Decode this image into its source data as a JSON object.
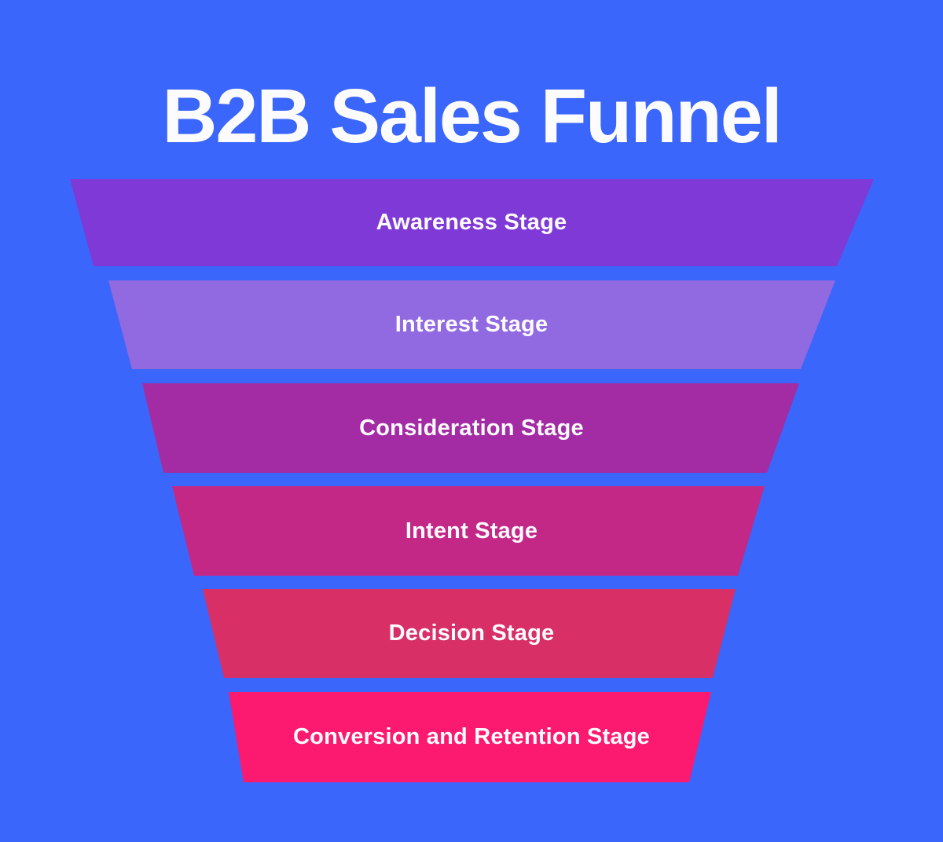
{
  "title": "B2B Sales Funnel",
  "colors": {
    "background": "#3B66FB",
    "text": "#FCFBFE"
  },
  "funnel": {
    "stages": [
      {
        "label": "Awareness Stage",
        "color": "#7E39D6"
      },
      {
        "label": "Interest Stage",
        "color": "#9169E0"
      },
      {
        "label": "Consideration Stage",
        "color": "#A32CA4"
      },
      {
        "label": "Intent Stage",
        "color": "#C42887"
      },
      {
        "label": "Decision Stage",
        "color": "#D82F66"
      },
      {
        "label": "Conversion and Retention Stage",
        "color": "#FB1A6F"
      }
    ]
  }
}
